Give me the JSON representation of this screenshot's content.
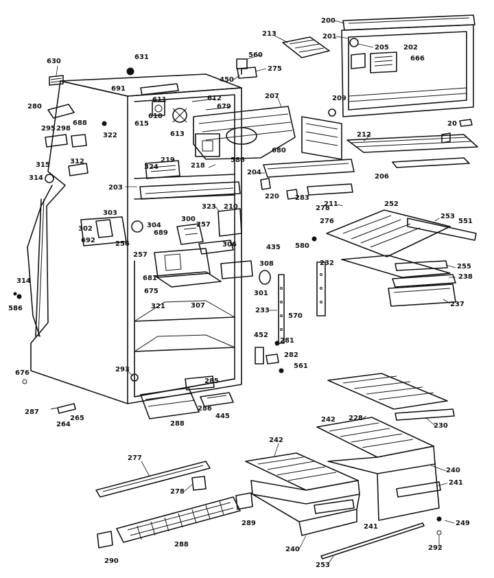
{
  "diagram": {
    "part_numbers": [
      "200",
      "201",
      "202",
      "205",
      "666",
      "213",
      "560",
      "275",
      "450",
      "631",
      "630",
      "691",
      "611",
      "612",
      "679",
      "610",
      "615",
      "613",
      "207",
      "209",
      "212",
      "20",
      "206",
      "280",
      "295",
      "298",
      "688",
      "322",
      "680",
      "324",
      "219",
      "218",
      "586",
      "315",
      "312",
      "314",
      "203",
      "323",
      "204",
      "220",
      "283",
      "211",
      "210",
      "278",
      "276",
      "252",
      "253",
      "551",
      "303",
      "302",
      "304",
      "300",
      "257",
      "256",
      "692",
      "306",
      "435",
      "580",
      "689",
      "257",
      "681",
      "308",
      "301",
      "232",
      "255",
      "238",
      "237",
      "675",
      "307",
      "321",
      "233",
      "570",
      "314",
      "586",
      "452",
      "281",
      "282",
      "561",
      "293",
      "285",
      "286",
      "445",
      "676",
      "287",
      "264",
      "265",
      "228",
      "230",
      "288",
      "242",
      "242",
      "240",
      "241",
      "277",
      "278",
      "289",
      "249",
      "241",
      "240",
      "288",
      "290",
      "253",
      "292"
    ]
  }
}
